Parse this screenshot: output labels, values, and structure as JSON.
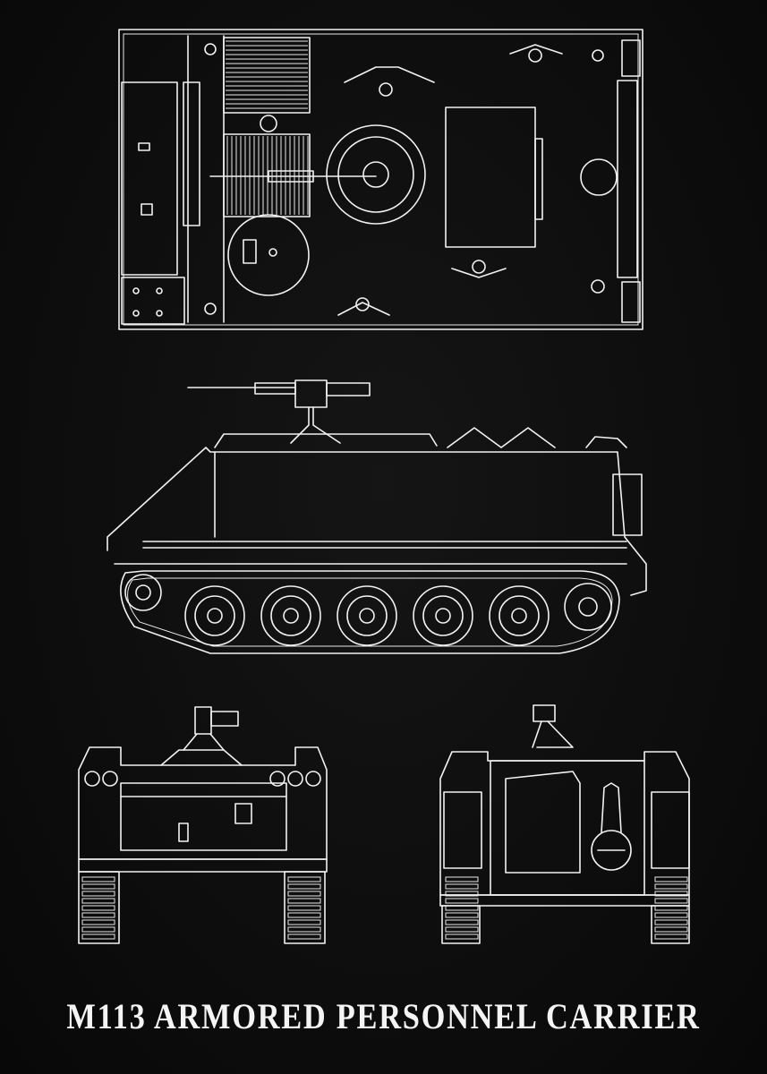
{
  "title": "M113 ARMORED PERSONNEL CARRIER",
  "colors": {
    "background": "#0d0d0d",
    "lines": "#f2f2f2"
  },
  "views": [
    "top-view",
    "side-view",
    "front-view",
    "rear-view"
  ]
}
